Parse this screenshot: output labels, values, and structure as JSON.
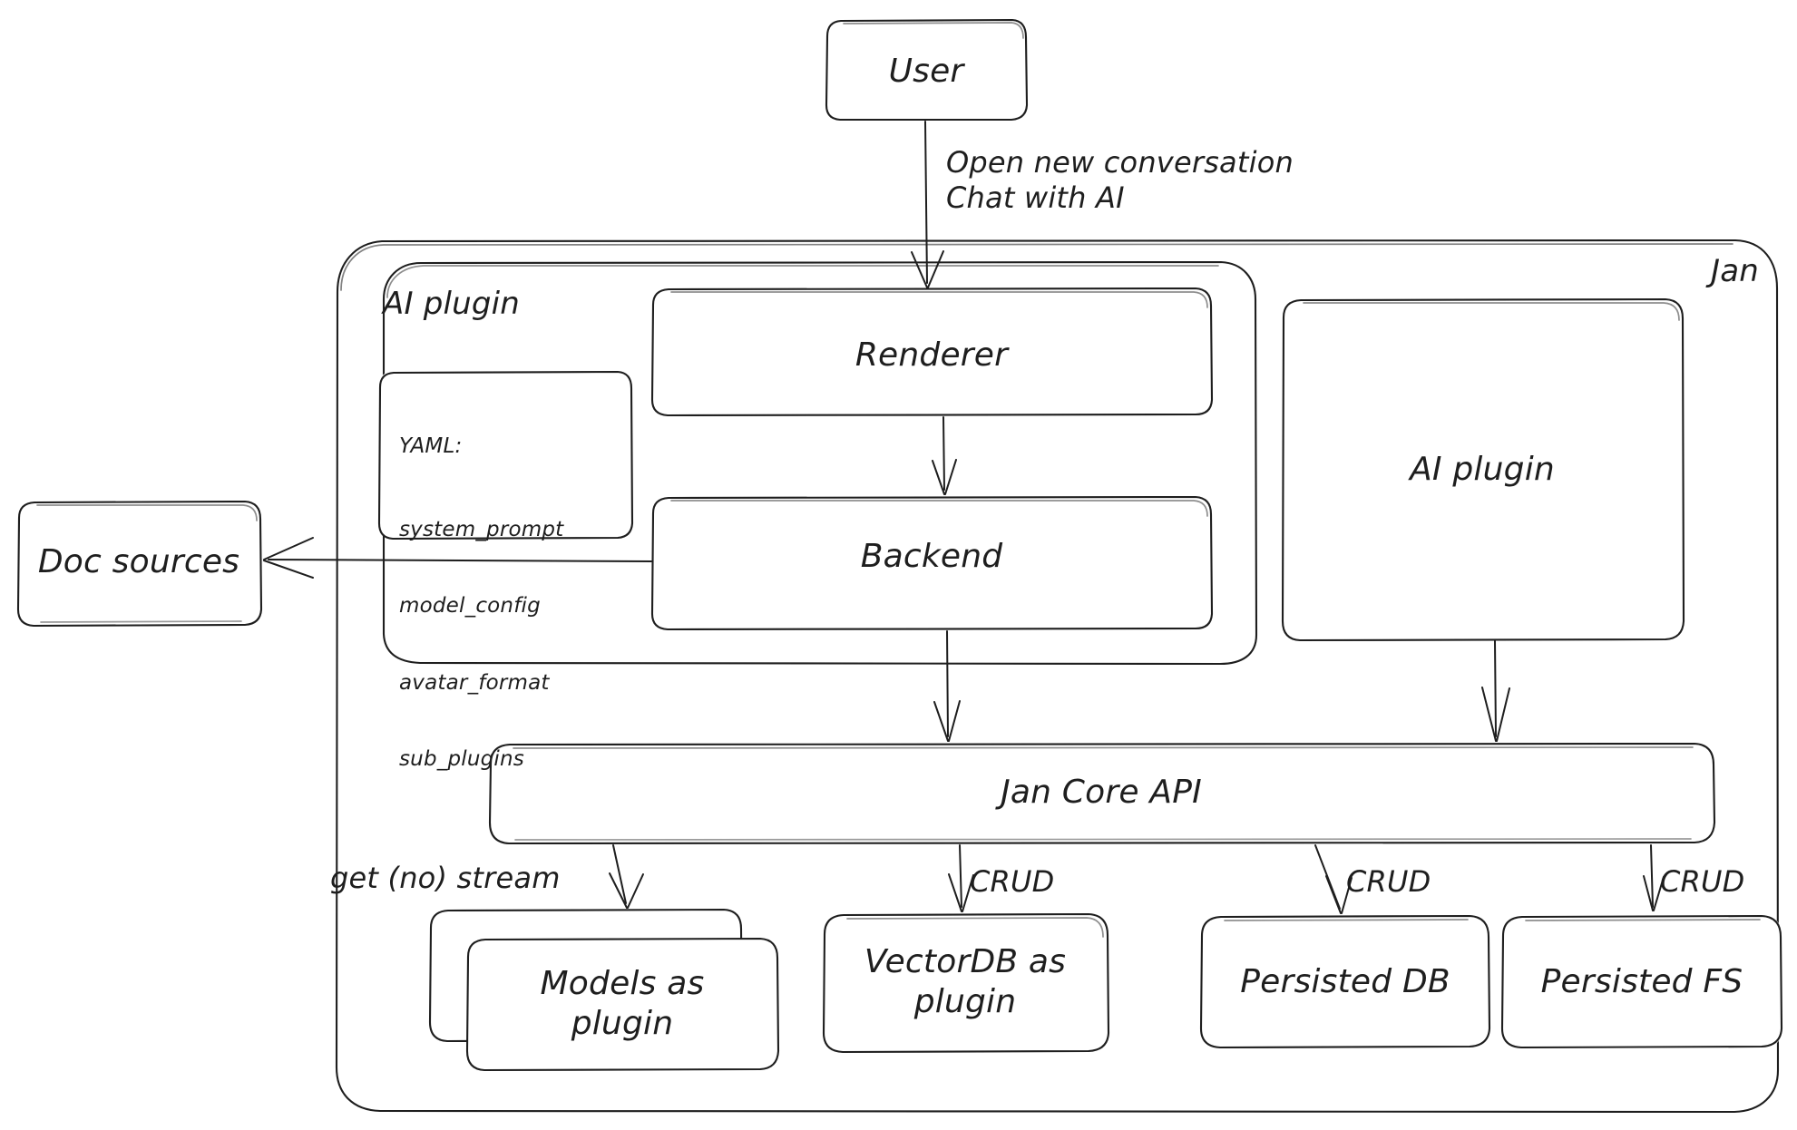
{
  "diagram": {
    "title": "Jan architecture diagram",
    "style": "hand-drawn",
    "stroke_color": "#1e1e1e",
    "background_color": "#ffffff"
  },
  "nodes": {
    "user": {
      "label": "User"
    },
    "jan_container": {
      "label": "Jan"
    },
    "ai_plugin_group": {
      "label": "AI plugin"
    },
    "yaml_card": {
      "lines": [
        "YAML:",
        "system_prompt",
        "model_config",
        "avatar_format",
        "sub_plugins"
      ]
    },
    "renderer": {
      "label": "Renderer"
    },
    "backend": {
      "label": "Backend"
    },
    "ai_plugin_right": {
      "label": "AI plugin"
    },
    "doc_sources": {
      "label": "Doc sources"
    },
    "jan_core_api": {
      "label": "Jan Core API"
    },
    "models_as_plugin": {
      "label": "Models as\nplugin"
    },
    "vectordb_as_plugin": {
      "label": "VectorDB as\nplugin"
    },
    "persisted_db": {
      "label": "Persisted DB"
    },
    "persisted_fs": {
      "label": "Persisted FS"
    }
  },
  "edges": {
    "user_to_renderer": {
      "label": "Open new conversation\nChat with AI"
    },
    "renderer_to_backend": {
      "label": ""
    },
    "backend_to_doc_sources": {
      "label": ""
    },
    "backend_to_core": {
      "label": ""
    },
    "ai_plugin_to_core": {
      "label": ""
    },
    "core_to_models": {
      "label": "get (no) stream"
    },
    "core_to_vectordb": {
      "label": "CRUD"
    },
    "core_to_persisted_db": {
      "label": "CRUD"
    },
    "core_to_persisted_fs": {
      "label": "CRUD"
    }
  }
}
